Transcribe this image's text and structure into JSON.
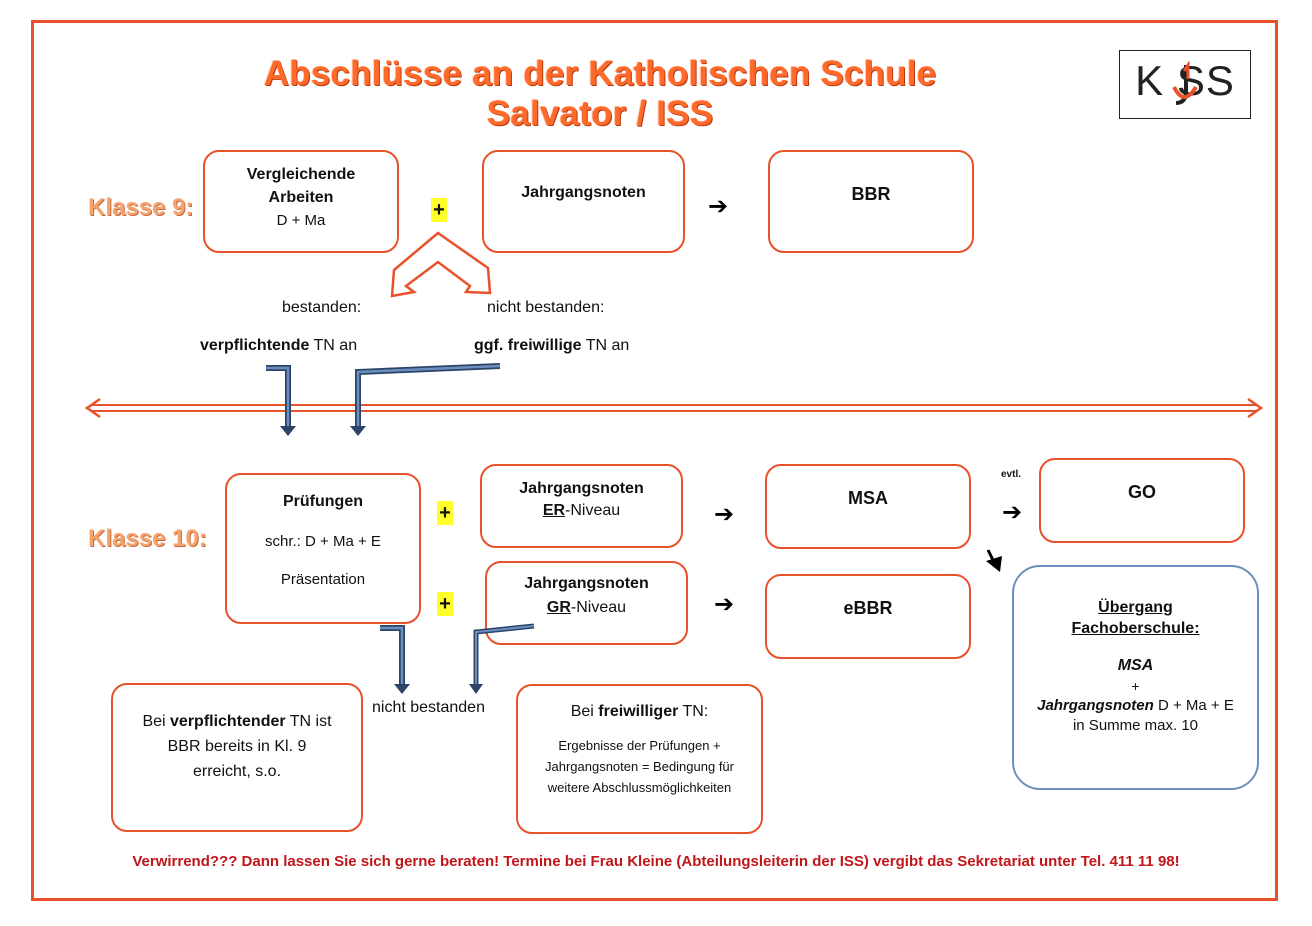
{
  "title": "Abschlüsse an der Katholischen Schule Salvator / ISS",
  "logo": {
    "text": "K  SS",
    "icon": "kjss-logo-mark"
  },
  "klasse9": {
    "label": "Klasse 9:",
    "box_vergleich": {
      "line1": "Vergleichende",
      "line2": "Arbeiten",
      "line3": "D + Ma"
    },
    "plus": "+",
    "box_jahrgang": {
      "line1": "Jahrgangsnoten"
    },
    "arrow": "➔",
    "box_result": {
      "line1": "BBR"
    },
    "bestanden": "bestanden:",
    "nicht_bestanden": "nicht bestanden:",
    "verpflichtend_bold": "verpflichtende",
    "verpflichtend_rest": " TN an",
    "freiwillig_bold": "ggf. freiwillige",
    "freiwillig_rest": " TN an"
  },
  "klasse10": {
    "label": "Klasse 10:",
    "box_pruefungen": {
      "line1": "Prüfungen",
      "line2": "schr.: D + Ma + E",
      "line3": "Präsentation"
    },
    "plus1": "+",
    "plus2": "+",
    "box_er": {
      "line1": "Jahrgangsnoten",
      "abbr": "ER",
      "suffix": "-Niveau"
    },
    "box_gr": {
      "line1": "Jahrgangsnoten",
      "abbr": "GR",
      "suffix": "-Niveau"
    },
    "arrow1": "➔",
    "arrow2": "➔",
    "arrow3": "➔",
    "box_msa": {
      "line1": "MSA"
    },
    "box_ebbr": {
      "line1": "eBBR"
    },
    "evtl": "evtl.",
    "box_go": {
      "line1": "GO"
    },
    "box_fos": {
      "title1": "Übergang",
      "title2": "Fachoberschule:",
      "msa": "MSA",
      "plus": "+",
      "jahrgang_bold": "Jahrgangsnoten",
      "jahrgang_rest": " D + Ma + E",
      "summe": "in Summe max. 10"
    },
    "nicht_bestanden": "nicht bestanden",
    "box_verpflichtend": {
      "pre": "Bei ",
      "bold": "verpflichtender",
      "post": " TN ist",
      "line2": "BBR bereits in Kl. 9",
      "line3": "erreicht, s.o."
    },
    "box_freiwillig": {
      "pre": "Bei ",
      "bold": "freiwilliger",
      "post": " TN:",
      "line2": "Ergebnisse der Prüfungen +",
      "line3": "Jahrgangsnoten = Bedingung für",
      "line4": "weitere Abschlussmöglichkeiten"
    }
  },
  "footer": "Verwirrend??? Dann lassen Sie sich gerne beraten! Termine bei Frau Kleine (Abteilungsleiterin der ISS) vergibt das Sekretariat unter Tel. 411 11 98!",
  "colors": {
    "frame": "#e8512a",
    "title": "#ff6a2a",
    "klasse": "#f5a470",
    "plus_bg": "#ffff2a",
    "blue_box": "#6d8fbd",
    "footer": "#c0161a",
    "connector": "#3a5e8c"
  }
}
